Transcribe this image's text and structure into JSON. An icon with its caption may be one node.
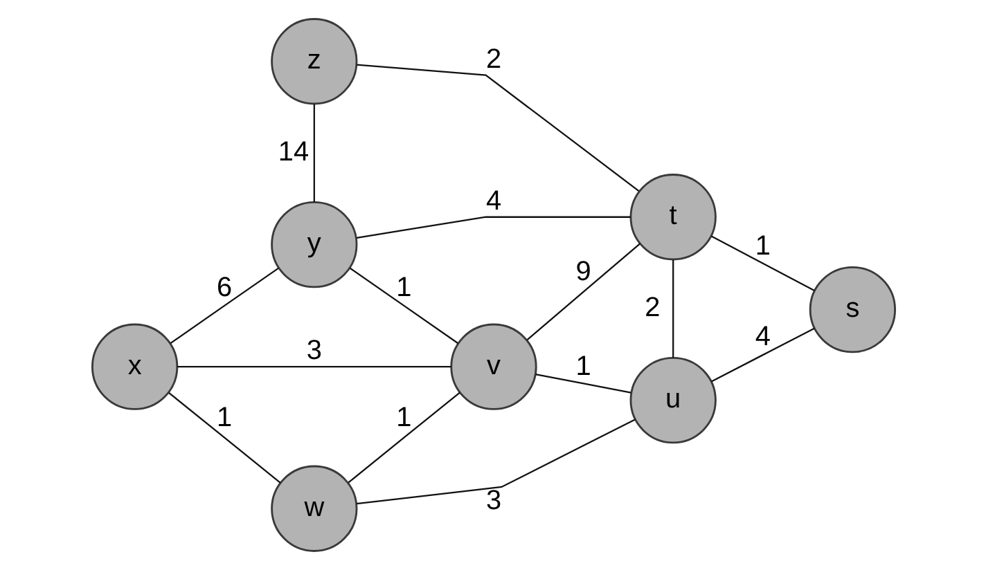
{
  "diagram": {
    "nodes": [
      {
        "text": [
          "z"
        ]
      },
      {
        "text": [
          "y"
        ]
      },
      {
        "text": [
          "t"
        ]
      },
      {
        "text": [
          "s"
        ]
      },
      {
        "text": [
          "x"
        ]
      },
      {
        "text": [
          "v"
        ]
      },
      {
        "text": [
          "u"
        ]
      },
      {
        "text": [
          "w"
        ]
      }
    ],
    "edges": [
      {
        "from": 0,
        "to": 2,
        "arrow": "none",
        "label": "2"
      },
      {
        "from": 0,
        "to": 1,
        "arrow": "none",
        "label": "14"
      },
      {
        "from": 1,
        "to": 2,
        "arrow": "none",
        "label": "4"
      },
      {
        "from": 2,
        "to": 3,
        "arrow": "none",
        "label": "1"
      },
      {
        "from": 4,
        "to": 1,
        "arrow": "none",
        "label": "6"
      },
      {
        "from": 1,
        "to": 5,
        "arrow": "none",
        "label": "1"
      },
      {
        "from": 5,
        "to": 2,
        "arrow": "none",
        "label": "9"
      },
      {
        "from": 2,
        "to": 6,
        "arrow": "none",
        "label": "2"
      },
      {
        "from": 4,
        "to": 5,
        "arrow": "none",
        "label": "3"
      },
      {
        "from": 5,
        "to": 6,
        "arrow": "none",
        "label": "1"
      },
      {
        "from": 6,
        "to": 3,
        "arrow": "none",
        "label": "4"
      },
      {
        "from": 4,
        "to": 7,
        "arrow": "none",
        "label": "1"
      },
      {
        "from": 7,
        "to": 5,
        "arrow": "none",
        "label": "1"
      },
      {
        "from": 7,
        "to": 6,
        "arrow": "none",
        "label": "3"
      }
    ]
  }
}
